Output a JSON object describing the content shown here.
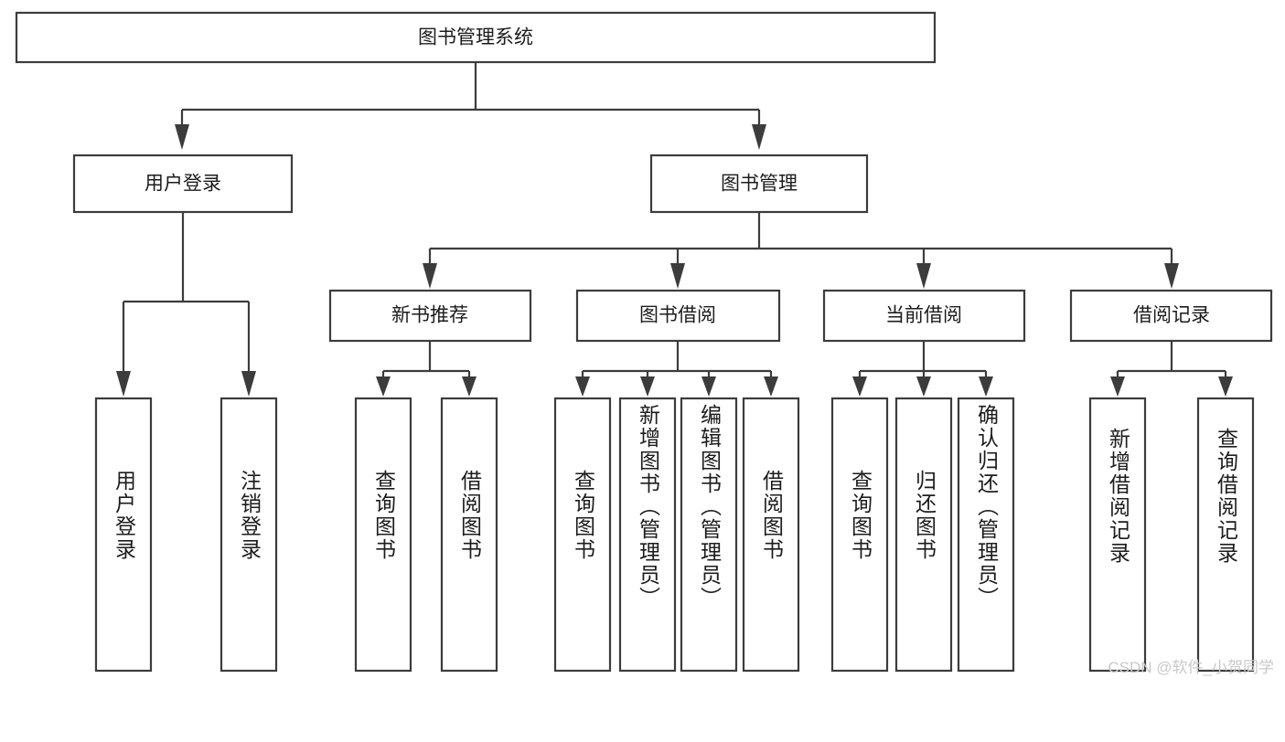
{
  "diagram": {
    "title": "图书管理系统",
    "type": "tree",
    "root": {
      "label": "图书管理系统",
      "level": 1
    },
    "level2": [
      {
        "label": "用户登录"
      },
      {
        "label": "图书管理"
      }
    ],
    "level3": [
      {
        "label": "新书推荐"
      },
      {
        "label": "图书借阅"
      },
      {
        "label": "当前借阅"
      },
      {
        "label": "借阅记录"
      }
    ],
    "leaves": {
      "user_login": [
        {
          "label": "用户登录"
        },
        {
          "label": "注销登录"
        }
      ],
      "new_book_recommend": [
        {
          "label": "查询图书"
        },
        {
          "label": "借阅图书"
        }
      ],
      "book_borrow": [
        {
          "label": "查询图书"
        },
        {
          "label": "新增图书（管理员）"
        },
        {
          "label": "编辑图书（管理员）"
        },
        {
          "label": "借阅图书"
        }
      ],
      "current_borrow": [
        {
          "label": "查询图书"
        },
        {
          "label": "归还图书"
        },
        {
          "label": "确认归还（管理员）"
        }
      ],
      "borrow_record": [
        {
          "label": "新增借阅记录"
        },
        {
          "label": "查询借阅记录"
        }
      ]
    },
    "colors": {
      "stroke": "#3c3c3c",
      "fill": "#ffffff",
      "text": "#1c1c1c",
      "watermark": "#c9c9c9"
    }
  },
  "watermark": {
    "text": "CSDN @软件_小贺同学"
  }
}
